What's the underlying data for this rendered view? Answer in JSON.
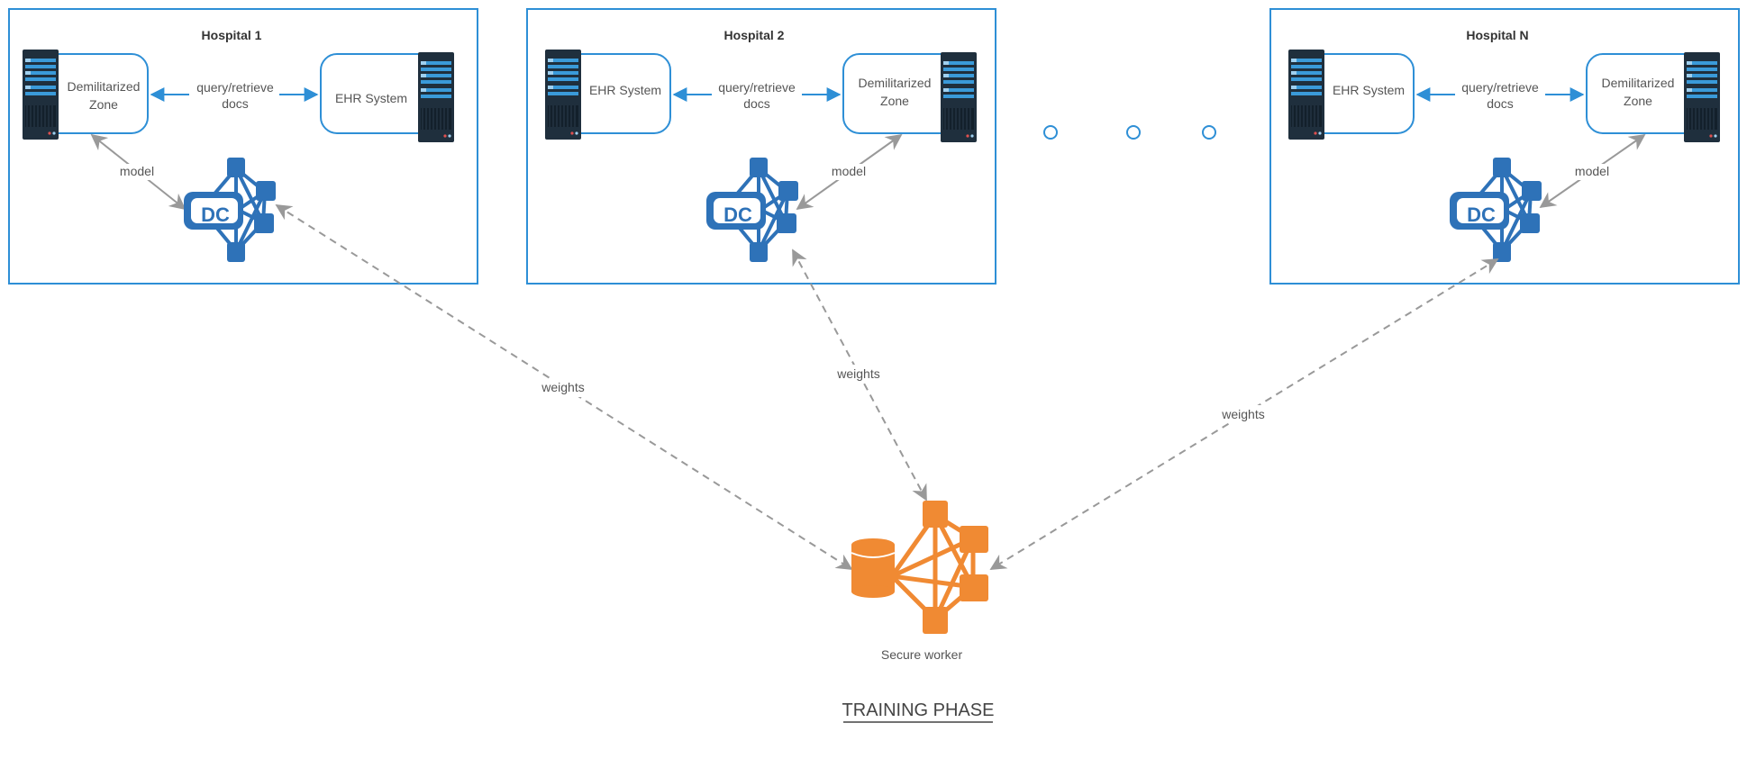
{
  "hospitals": [
    {
      "title": "Hospital 1",
      "left_box": "Demilitarized Zone",
      "right_box": "EHR  System",
      "link_label": "query/retrieve docs",
      "model_label": "model",
      "dc_label": "DC"
    },
    {
      "title": "Hospital 2",
      "left_box": "EHR System",
      "right_box": "Demilitarized Zone",
      "link_label": "query/retrieve docs",
      "model_label": "model",
      "dc_label": "DC"
    },
    {
      "title": "Hospital N",
      "left_box": "EHR System",
      "right_box": "Demilitarized Zone",
      "link_label": "query/retrieve docs",
      "model_label": "model",
      "dc_label": "DC"
    }
  ],
  "weights_labels": [
    "weights",
    "weights",
    "weights"
  ],
  "secure_worker_label": "Secure worker",
  "phase_title": "TRAINING PHASE",
  "colors": {
    "box_border": "#2e8fd6",
    "dc_blue": "#2e72b8",
    "worker_orange": "#f08a33",
    "server_dark": "#1f2f3d",
    "arrow_gray": "#999999"
  },
  "icons": [
    "server-icon",
    "dc-network-icon",
    "secure-worker-icon",
    "ellipsis-circle-icon"
  ]
}
